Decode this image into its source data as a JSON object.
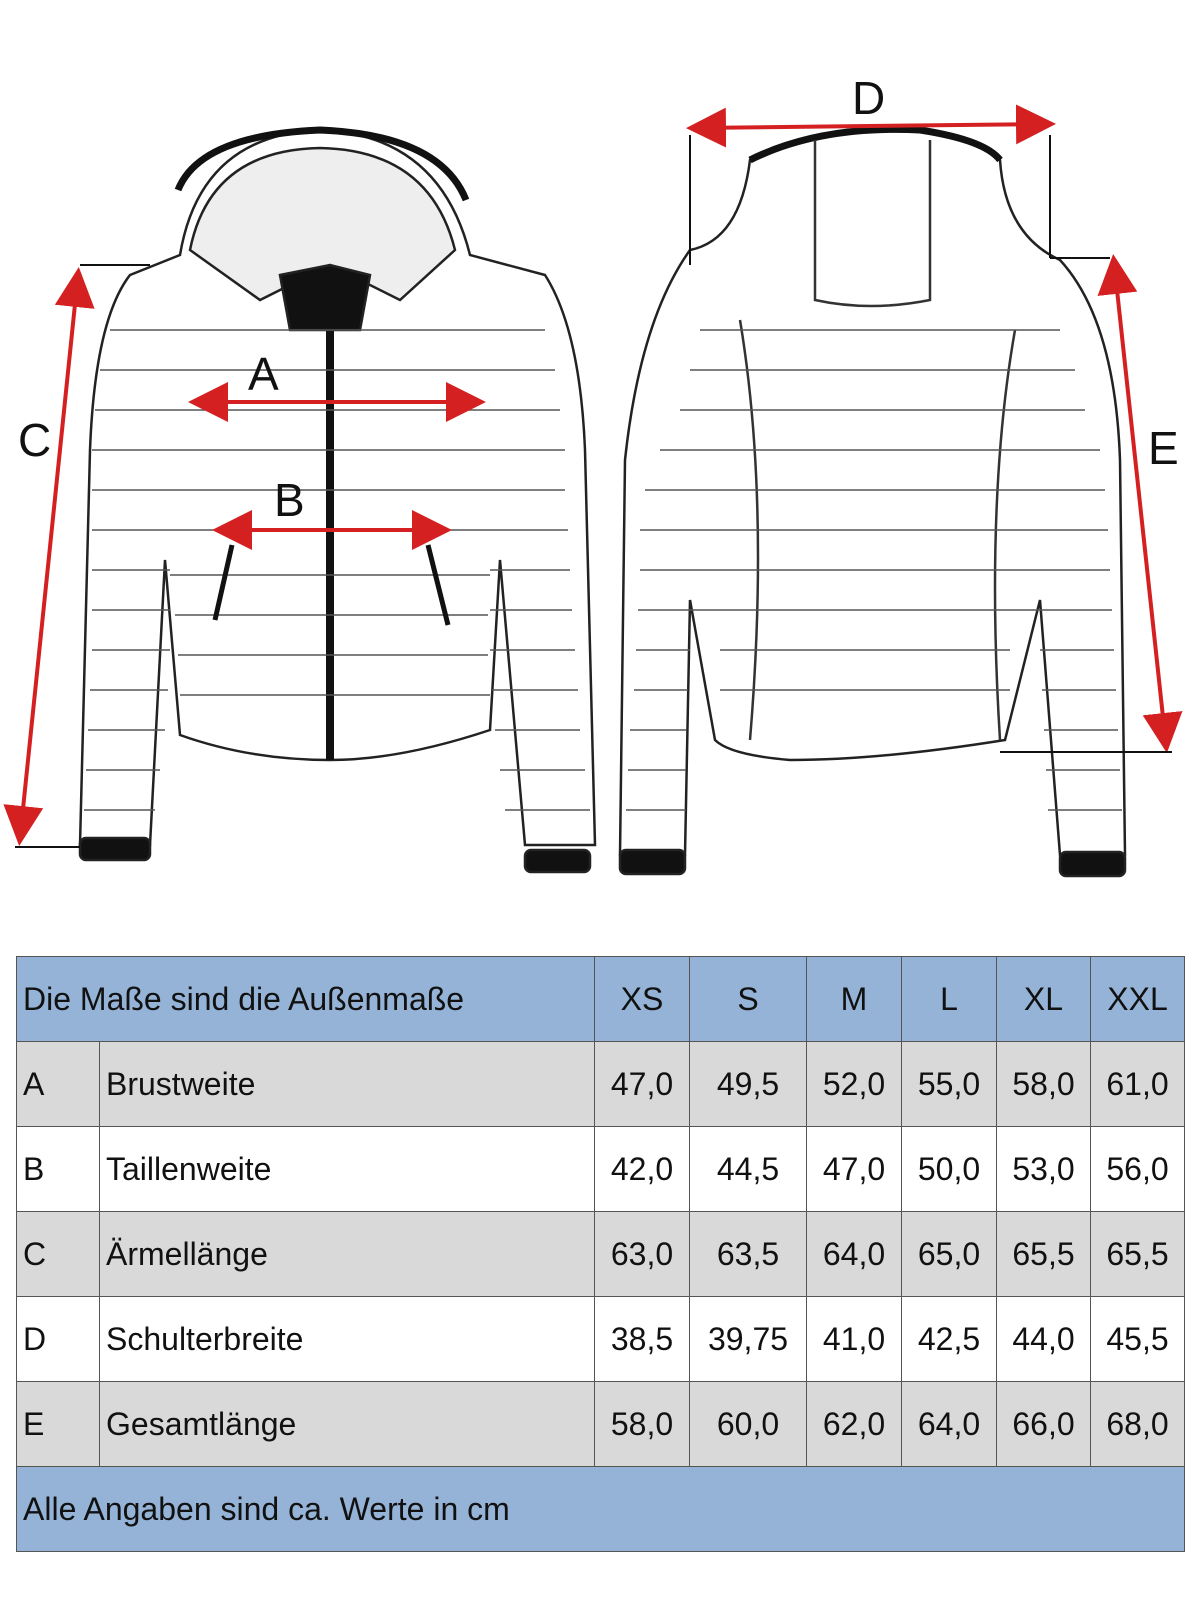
{
  "labels": {
    "a": "A",
    "b": "B",
    "c": "C",
    "d": "D",
    "e": "E"
  },
  "colors": {
    "arrow": "#d42020",
    "header_bg": "#95b3d7",
    "row_gray": "#d9d9d9"
  },
  "table": {
    "title": "Die Maße sind die Außenmaße",
    "sizes": [
      "XS",
      "S",
      "M",
      "L",
      "XL",
      "XXL"
    ],
    "rows": [
      {
        "key": "A",
        "name": "Brustweite",
        "values": [
          "47,0",
          "49,5",
          "52,0",
          "55,0",
          "58,0",
          "61,0"
        ]
      },
      {
        "key": "B",
        "name": "Taillenweite",
        "values": [
          "42,0",
          "44,5",
          "47,0",
          "50,0",
          "53,0",
          "56,0"
        ]
      },
      {
        "key": "C",
        "name": "Ärmellänge",
        "values": [
          "63,0",
          "63,5",
          "64,0",
          "65,0",
          "65,5",
          "65,5"
        ]
      },
      {
        "key": "D",
        "name": "Schulterbreite",
        "values": [
          "38,5",
          "39,75",
          "41,0",
          "42,5",
          "44,0",
          "45,5"
        ]
      },
      {
        "key": "E",
        "name": "Gesamtlänge",
        "values": [
          "58,0",
          "60,0",
          "62,0",
          "64,0",
          "66,0",
          "68,0"
        ]
      }
    ],
    "footer": "Alle Angaben sind ca. Werte in cm"
  }
}
